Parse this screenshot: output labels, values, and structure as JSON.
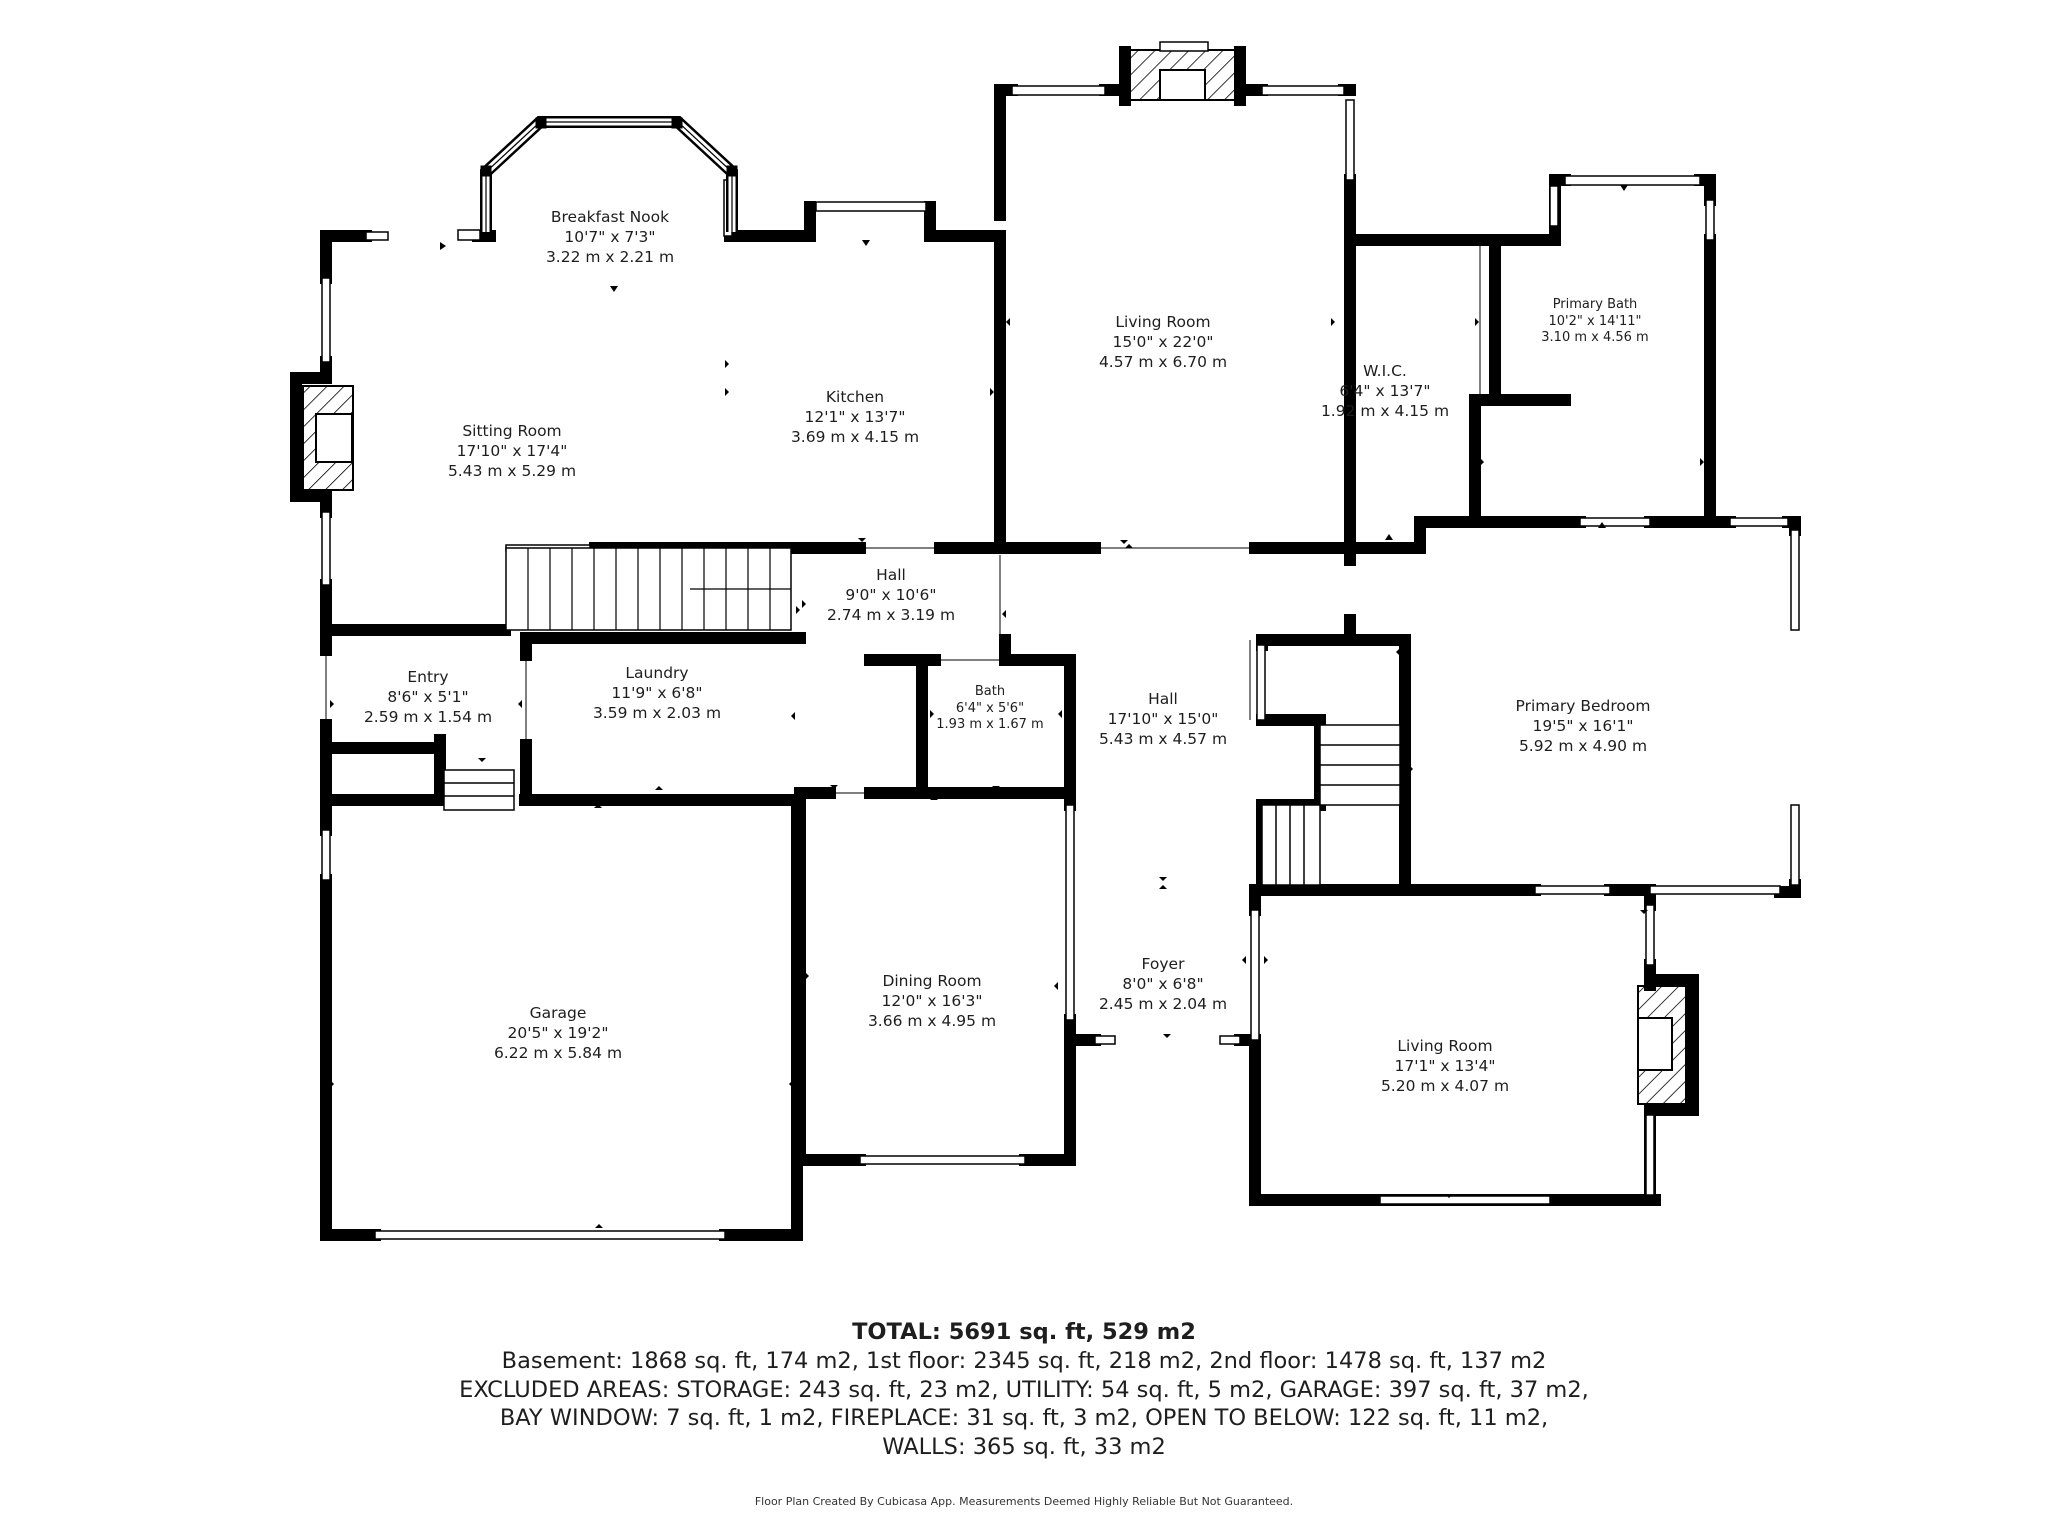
{
  "rooms": {
    "breakfast_nook": {
      "name": "Breakfast Nook",
      "ft": "10'7\" x 7'3\"",
      "m": "3.22 m x 2.21 m"
    },
    "sitting_room": {
      "name": "Sitting Room",
      "ft": "17'10\" x 17'4\"",
      "m": "5.43 m x 5.29 m"
    },
    "kitchen": {
      "name": "Kitchen",
      "ft": "12'1\" x 13'7\"",
      "m": "3.69 m x 4.15 m"
    },
    "living_room_upper": {
      "name": "Living Room",
      "ft": "15'0\" x 22'0\"",
      "m": "4.57 m x 6.70 m"
    },
    "wic": {
      "name": "W.I.C.",
      "ft": "6'4\" x 13'7\"",
      "m": "1.92 m x 4.15 m"
    },
    "primary_bath": {
      "name": "Primary Bath",
      "ft": "10'2\" x 14'11\"",
      "m": "3.10 m x 4.56 m"
    },
    "hall_upper": {
      "name": "Hall",
      "ft": "9'0\" x 10'6\"",
      "m": "2.74 m x 3.19 m"
    },
    "entry": {
      "name": "Entry",
      "ft": "8'6\" x 5'1\"",
      "m": "2.59 m x 1.54 m"
    },
    "laundry": {
      "name": "Laundry",
      "ft": "11'9\" x 6'8\"",
      "m": "3.59 m x 2.03 m"
    },
    "bath": {
      "name": "Bath",
      "ft": "6'4\" x 5'6\"",
      "m": "1.93 m x 1.67 m"
    },
    "hall_center": {
      "name": "Hall",
      "ft": "17'10\" x 15'0\"",
      "m": "5.43 m x 4.57 m"
    },
    "primary_bedroom": {
      "name": "Primary Bedroom",
      "ft": "19'5\" x 16'1\"",
      "m": "5.92 m x 4.90 m"
    },
    "garage": {
      "name": "Garage",
      "ft": "20'5\" x 19'2\"",
      "m": "6.22 m x 5.84 m"
    },
    "dining_room": {
      "name": "Dining Room",
      "ft": "12'0\" x 16'3\"",
      "m": "3.66 m x 4.95 m"
    },
    "foyer": {
      "name": "Foyer",
      "ft": "8'0\" x 6'8\"",
      "m": "2.45 m x 2.04 m"
    },
    "living_room_lower": {
      "name": "Living Room",
      "ft": "17'1\" x 13'4\"",
      "m": "5.20 m x 4.07 m"
    }
  },
  "totals": {
    "head": "TOTAL: 5691 sq. ft, 529 m2",
    "line1": "Basement: 1868 sq. ft, 174 m2, 1st floor: 2345 sq. ft, 218 m2, 2nd floor: 1478 sq. ft, 137 m2",
    "line2": "EXCLUDED AREAS: STORAGE: 243 sq. ft, 23 m2, UTILITY: 54 sq. ft, 5 m2, GARAGE: 397 sq. ft, 37 m2,",
    "line3": "BAY WINDOW: 7 sq. ft, 1 m2, FIREPLACE: 31 sq. ft, 3 m2, OPEN TO BELOW: 122 sq. ft, 11 m2,",
    "line4": "WALLS: 365 sq. ft, 33 m2"
  },
  "credit": "Floor Plan Created By Cubicasa App. Measurements Deemed Highly Reliable But Not Guaranteed.",
  "colors": {
    "wall": "#000000",
    "window": "#ffffff",
    "background": "#ffffff"
  }
}
